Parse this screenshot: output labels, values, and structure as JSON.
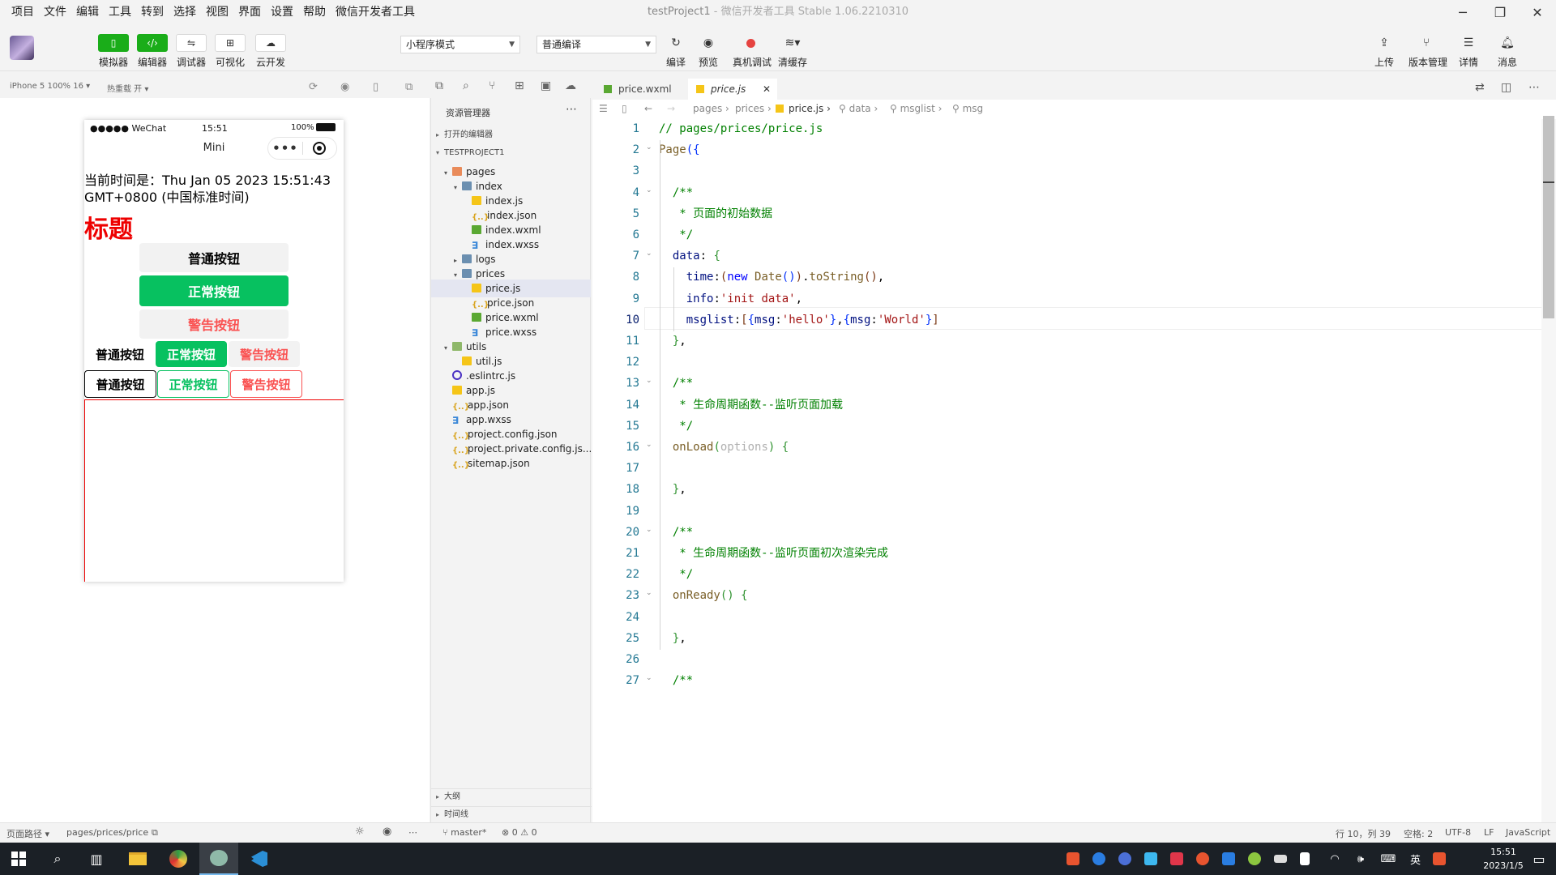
{
  "menubar": [
    "项目",
    "文件",
    "编辑",
    "工具",
    "转到",
    "选择",
    "视图",
    "界面",
    "设置",
    "帮助",
    "微信开发者工具"
  ],
  "window": {
    "title": "testProject1",
    "subtitle": "- 微信开发者工具 Stable 1.06.2210310"
  },
  "toolbar": {
    "left_tools": [
      "模拟器",
      "编辑器",
      "调试器",
      "可视化",
      "云开发"
    ],
    "mode_select": "小程序模式",
    "compile_select": "普通编译",
    "mid_tools": [
      "编译",
      "预览",
      "真机调试",
      "清缓存"
    ],
    "right_tools": [
      "上传",
      "版本管理",
      "详情",
      "消息"
    ]
  },
  "simulator": {
    "device": "iPhone 5 100% 16",
    "hot_reload": "热重载 开",
    "status": {
      "carrier": "●●●●● WeChat",
      "time": "15:51",
      "battery": "100%"
    },
    "nav_title": "Mini",
    "time_text": "当前时间是：Thu Jan 05 2023 15:51:43 GMT+0800 (中国标准时间)",
    "heading": "标题",
    "buttons": {
      "default": "普通按钮",
      "primary": "正常按钮",
      "warn": "警告按钮"
    }
  },
  "explorer": {
    "title": "资源管理器",
    "open_editors": "打开的编辑器",
    "project": "TESTPROJECT1",
    "files": [
      {
        "name": "pages",
        "icon": "folder-orange",
        "depth": 1,
        "expanded": true
      },
      {
        "name": "index",
        "icon": "folder",
        "depth": 2,
        "expanded": true
      },
      {
        "name": "index.js",
        "icon": "js",
        "depth": 3
      },
      {
        "name": "index.json",
        "icon": "json",
        "depth": 3
      },
      {
        "name": "index.wxml",
        "icon": "wxml",
        "depth": 3
      },
      {
        "name": "index.wxss",
        "icon": "wxss",
        "depth": 3
      },
      {
        "name": "logs",
        "icon": "folder",
        "depth": 2,
        "expanded": false
      },
      {
        "name": "prices",
        "icon": "folder",
        "depth": 2,
        "expanded": true
      },
      {
        "name": "price.js",
        "icon": "js",
        "depth": 3,
        "selected": true
      },
      {
        "name": "price.json",
        "icon": "json",
        "depth": 3
      },
      {
        "name": "price.wxml",
        "icon": "wxml",
        "depth": 3
      },
      {
        "name": "price.wxss",
        "icon": "wxss",
        "depth": 3
      },
      {
        "name": "utils",
        "icon": "folder-green",
        "depth": 1,
        "expanded": true
      },
      {
        "name": "util.js",
        "icon": "js",
        "depth": 2
      },
      {
        "name": ".eslintrc.js",
        "icon": "eslint",
        "depth": 1
      },
      {
        "name": "app.js",
        "icon": "js",
        "depth": 1
      },
      {
        "name": "app.json",
        "icon": "json",
        "depth": 1
      },
      {
        "name": "app.wxss",
        "icon": "wxss",
        "depth": 1
      },
      {
        "name": "project.config.json",
        "icon": "json",
        "depth": 1
      },
      {
        "name": "project.private.config.js...",
        "icon": "json",
        "depth": 1
      },
      {
        "name": "sitemap.json",
        "icon": "json",
        "depth": 1
      }
    ],
    "outline": "大纲",
    "timeline": "时间线"
  },
  "editor": {
    "tabs": [
      {
        "label": "price.wxml",
        "active": false
      },
      {
        "label": "price.js",
        "active": true
      }
    ],
    "breadcrumb": [
      "pages",
      "prices",
      "price.js",
      "data",
      "msglist",
      "msg"
    ],
    "current_line": 10,
    "lines": [
      {
        "n": "1",
        "html": "<span class='k-com'>// pages/prices/price.js</span>"
      },
      {
        "n": "2",
        "fold": true,
        "html": "<span class='k-fn'>Page</span><span class='k-br1'>({</span>"
      },
      {
        "n": "3",
        "html": ""
      },
      {
        "n": "4",
        "fold": true,
        "html": "  <span class='k-com'>/**</span>"
      },
      {
        "n": "5",
        "html": "  <span class='k-com'> * 页面的初始数据</span>"
      },
      {
        "n": "6",
        "html": "  <span class='k-com'> */</span>"
      },
      {
        "n": "7",
        "fold": true,
        "html": "  <span class='k-prop'>data</span>: <span class='k-br2'>{</span>"
      },
      {
        "n": "8",
        "html": "    <span class='k-prop'>time</span>:<span class='k-br3'>(</span><span class='k-kw'>new</span> <span class='k-fn'>Date</span><span class='k-br1'>()</span><span class='k-br3'>)</span>.<span class='k-fn'>toString</span><span class='k-br3'>()</span>,"
      },
      {
        "n": "9",
        "html": "    <span class='k-prop'>info</span>:<span class='k-str'>'init data'</span>,"
      },
      {
        "n": "10",
        "html": "    <span class='k-prop'>msglist</span>:<span class='k-br3'>[</span><span class='k-br1'>{</span><span class='k-prop'>msg</span>:<span class='k-str'>'hello'</span><span class='k-br1'>}</span>,<span class='k-br1'>{</span><span class='k-prop'>msg</span>:<span class='k-str'>'World'</span><span class='k-br1'>}</span><span class='k-br3'>]</span>"
      },
      {
        "n": "11",
        "html": "  <span class='k-br2'>}</span>,"
      },
      {
        "n": "12",
        "html": ""
      },
      {
        "n": "13",
        "fold": true,
        "html": "  <span class='k-com'>/**</span>"
      },
      {
        "n": "14",
        "html": "  <span class='k-com'> * 生命周期函数--监听页面加载</span>"
      },
      {
        "n": "15",
        "html": "  <span class='k-com'> */</span>"
      },
      {
        "n": "16",
        "fold": true,
        "html": "  <span class='k-fn'>onLoad</span><span class='k-br2'>(</span><span class='k-prop' style='color:#b0b0b0'>options</span><span class='k-br2'>)</span> <span class='k-br2'>{</span>"
      },
      {
        "n": "17",
        "html": ""
      },
      {
        "n": "18",
        "html": "  <span class='k-br2'>}</span>,"
      },
      {
        "n": "19",
        "html": ""
      },
      {
        "n": "20",
        "fold": true,
        "html": "  <span class='k-com'>/**</span>"
      },
      {
        "n": "21",
        "html": "  <span class='k-com'> * 生命周期函数--监听页面初次渲染完成</span>"
      },
      {
        "n": "22",
        "html": "  <span class='k-com'> */</span>"
      },
      {
        "n": "23",
        "fold": true,
        "html": "  <span class='k-fn'>onReady</span><span class='k-br2'>()</span> <span class='k-br2'>{</span>"
      },
      {
        "n": "24",
        "html": ""
      },
      {
        "n": "25",
        "html": "  <span class='k-br2'>}</span>,"
      },
      {
        "n": "26",
        "html": ""
      },
      {
        "n": "27",
        "fold": true,
        "html": "  <span class='k-com'>/**</span>"
      }
    ]
  },
  "statusbar": {
    "page_path_label": "页面路径",
    "page_path": "pages/prices/price",
    "branch": "master*",
    "problems": "⊗ 0 ⚠ 0",
    "cursor": "行 10，列 39",
    "indent": "空格: 2",
    "encoding": "UTF-8",
    "eol": "LF",
    "language": "JavaScript"
  },
  "taskbar": {
    "time": "15:51",
    "date": "2023/1/5",
    "ime": "英"
  }
}
